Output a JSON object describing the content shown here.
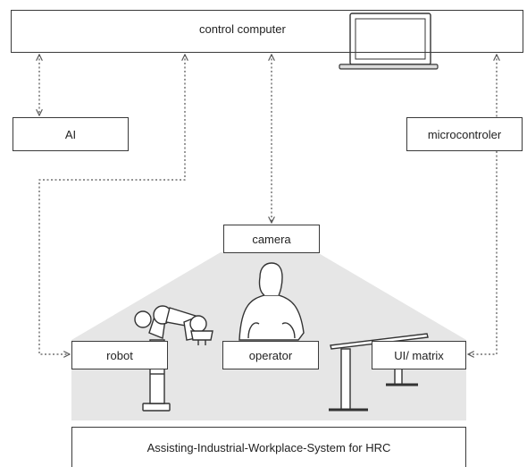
{
  "diagram": {
    "control_computer": "control computer",
    "ai": "AI",
    "microcontroller": "microcontroler",
    "camera": "camera",
    "robot": "robot",
    "operator": "operator",
    "ui_matrix": "UI/ matrix",
    "system": "Assisting-Industrial-Workplace-System for HRC"
  },
  "colors": {
    "box_border": "#3a3a3a",
    "camera_field": "#e6e6e6",
    "connector": "#555555"
  },
  "icons": [
    "laptop-icon",
    "robot-arm-icon",
    "operator-silhouette-icon",
    "standing-desk-icon"
  ]
}
